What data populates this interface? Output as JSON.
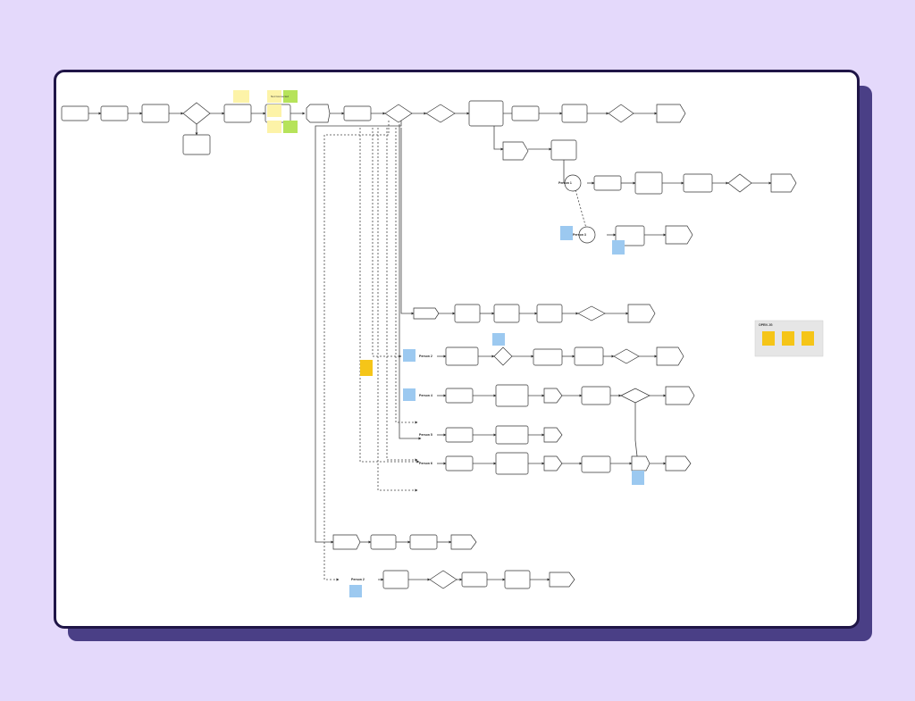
{
  "colors": {
    "background": "#e4d9fb",
    "card": "#ffffff",
    "card_border": "#1f1547",
    "shadow": "#4a3f86",
    "stroke": "#333333",
    "sticky_yellow": "#f5c518",
    "sticky_light_yellow": "#fdf3a8",
    "sticky_green": "#b6e35a",
    "sticky_blue": "#9cc9f0",
    "legend_bg": "#e6e6e6"
  },
  "labels": {
    "person1": "Person 1",
    "person2": "Person 2",
    "person3": "Person 3",
    "person4": "Person 4",
    "person5": "Person 5",
    "person6": "Person 6",
    "person2b": "Person 2",
    "not_connected": "Not Connected",
    "legend_title": "OPEN JG"
  }
}
